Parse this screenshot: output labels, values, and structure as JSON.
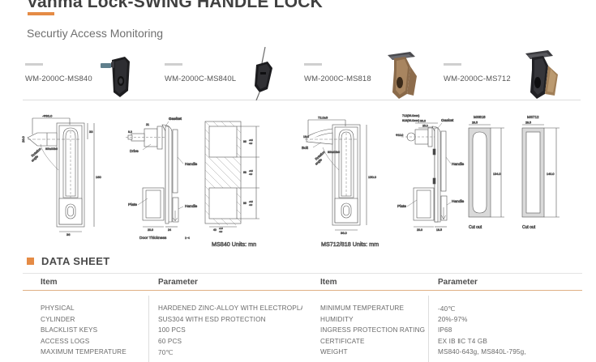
{
  "header": {
    "title": "Vanma Lock-SWING HANDLE LOCK",
    "subtitle": "Securtiy Access Monitoring",
    "accent_color": "#e58b45"
  },
  "products": [
    {
      "label": "WM-2000C-MS840",
      "icon": "lock-handle-black-photo"
    },
    {
      "label": "WM-2000C-MS840L",
      "icon": "lock-handle-black-long-photo"
    },
    {
      "label": "WM-2000C-MS818",
      "icon": "lock-handle-bronze-photo"
    },
    {
      "label": "WM-2000C-MS712",
      "icon": "lock-handle-bronze-black-photo"
    }
  ],
  "drawings": {
    "ms840": {
      "caption": "MS840 Units:  mn",
      "labels": {
        "rotation_angle": "Rotation angle",
        "angle_value": "90°",
        "gasket": "Gasket",
        "drive": "Drive",
        "handle": "Handle",
        "handle2": "Handle",
        "plate": "Plate",
        "door_thickness": "Door Thickness",
        "door_thickness_range": "1~4",
        "dim_top": "-Φ30.0",
        "dim_left": "26.0",
        "dim_height": "160",
        "dim_small": "33",
        "dim_width": "36",
        "dim_drive_small": "21",
        "dim_r": "8.0",
        "dim_plate_a": "20.0",
        "dim_plate_b": "24",
        "cut_dim_top": "96+0.5 -0.0",
        "cut_dim_mid": "68+0.5 -0.0",
        "cut_dim_bot": "96+0.5 -0.0",
        "cut_dim_w": "40+1.0 -0.0"
      }
    },
    "ms712_818": {
      "caption": "MS712/818 Units:  mm",
      "labels": {
        "bolt": "Bolt",
        "rotation_angle": "Rotation angle",
        "angle_value": "90°",
        "gasket": "Gasket",
        "handle": "Handle",
        "handle2": "Handle",
        "plate": "Plate",
        "note_712": "712(36.0mm)",
        "note_818": "818(36.0mm)",
        "dim_72": "72.0±3",
        "dim_16": "16.0",
        "dim_150": "150.0",
        "dim_36": "36.0",
        "dim_30": "30.0",
        "dim_25": "25.0",
        "dim_phi10": "Φ10.0",
        "dim_20": "20.0",
        "dim_185": "18.5"
      }
    },
    "cutouts": [
      {
        "title": "MS818",
        "width": "26.5",
        "height": "134.0",
        "caption": "Cut out"
      },
      {
        "title": "MS712",
        "width": "29.5",
        "height": "140.0",
        "caption": "Cut out"
      }
    ]
  },
  "data_sheet": {
    "section_title": "DATA SHEET",
    "headers": [
      "Item",
      "Parameter",
      "Item",
      "Parameter"
    ],
    "left_rows": [
      {
        "item": "PHYSICAL",
        "parameter": "HARDENED ZINC-ALLOY WITH ELECTROPLATING"
      },
      {
        "item": "CYLINDER",
        "parameter": "SUS304 WITH ESD PROTECTION"
      },
      {
        "item": "BLACKLIST KEYS",
        "parameter": "100 PCS"
      },
      {
        "item": "ACCESS LOGS",
        "parameter": "60 PCS"
      },
      {
        "item": "MAXIMUM TEMPERATURE",
        "parameter": "70℃"
      }
    ],
    "right_rows": [
      {
        "item": "MINIMUM TEMPERATURE",
        "parameter": "-40℃"
      },
      {
        "item": "HUMIDITY",
        "parameter": "20%-97%"
      },
      {
        "item": "INGRESS PROTECTION RATING",
        "parameter": "IP68"
      },
      {
        "item": "CERTIFICATE",
        "parameter": "EX IB ⅡC T4 GB"
      },
      {
        "item": "WEIGHT",
        "parameter": "MS840-643g, MS840L-795g,"
      }
    ]
  }
}
